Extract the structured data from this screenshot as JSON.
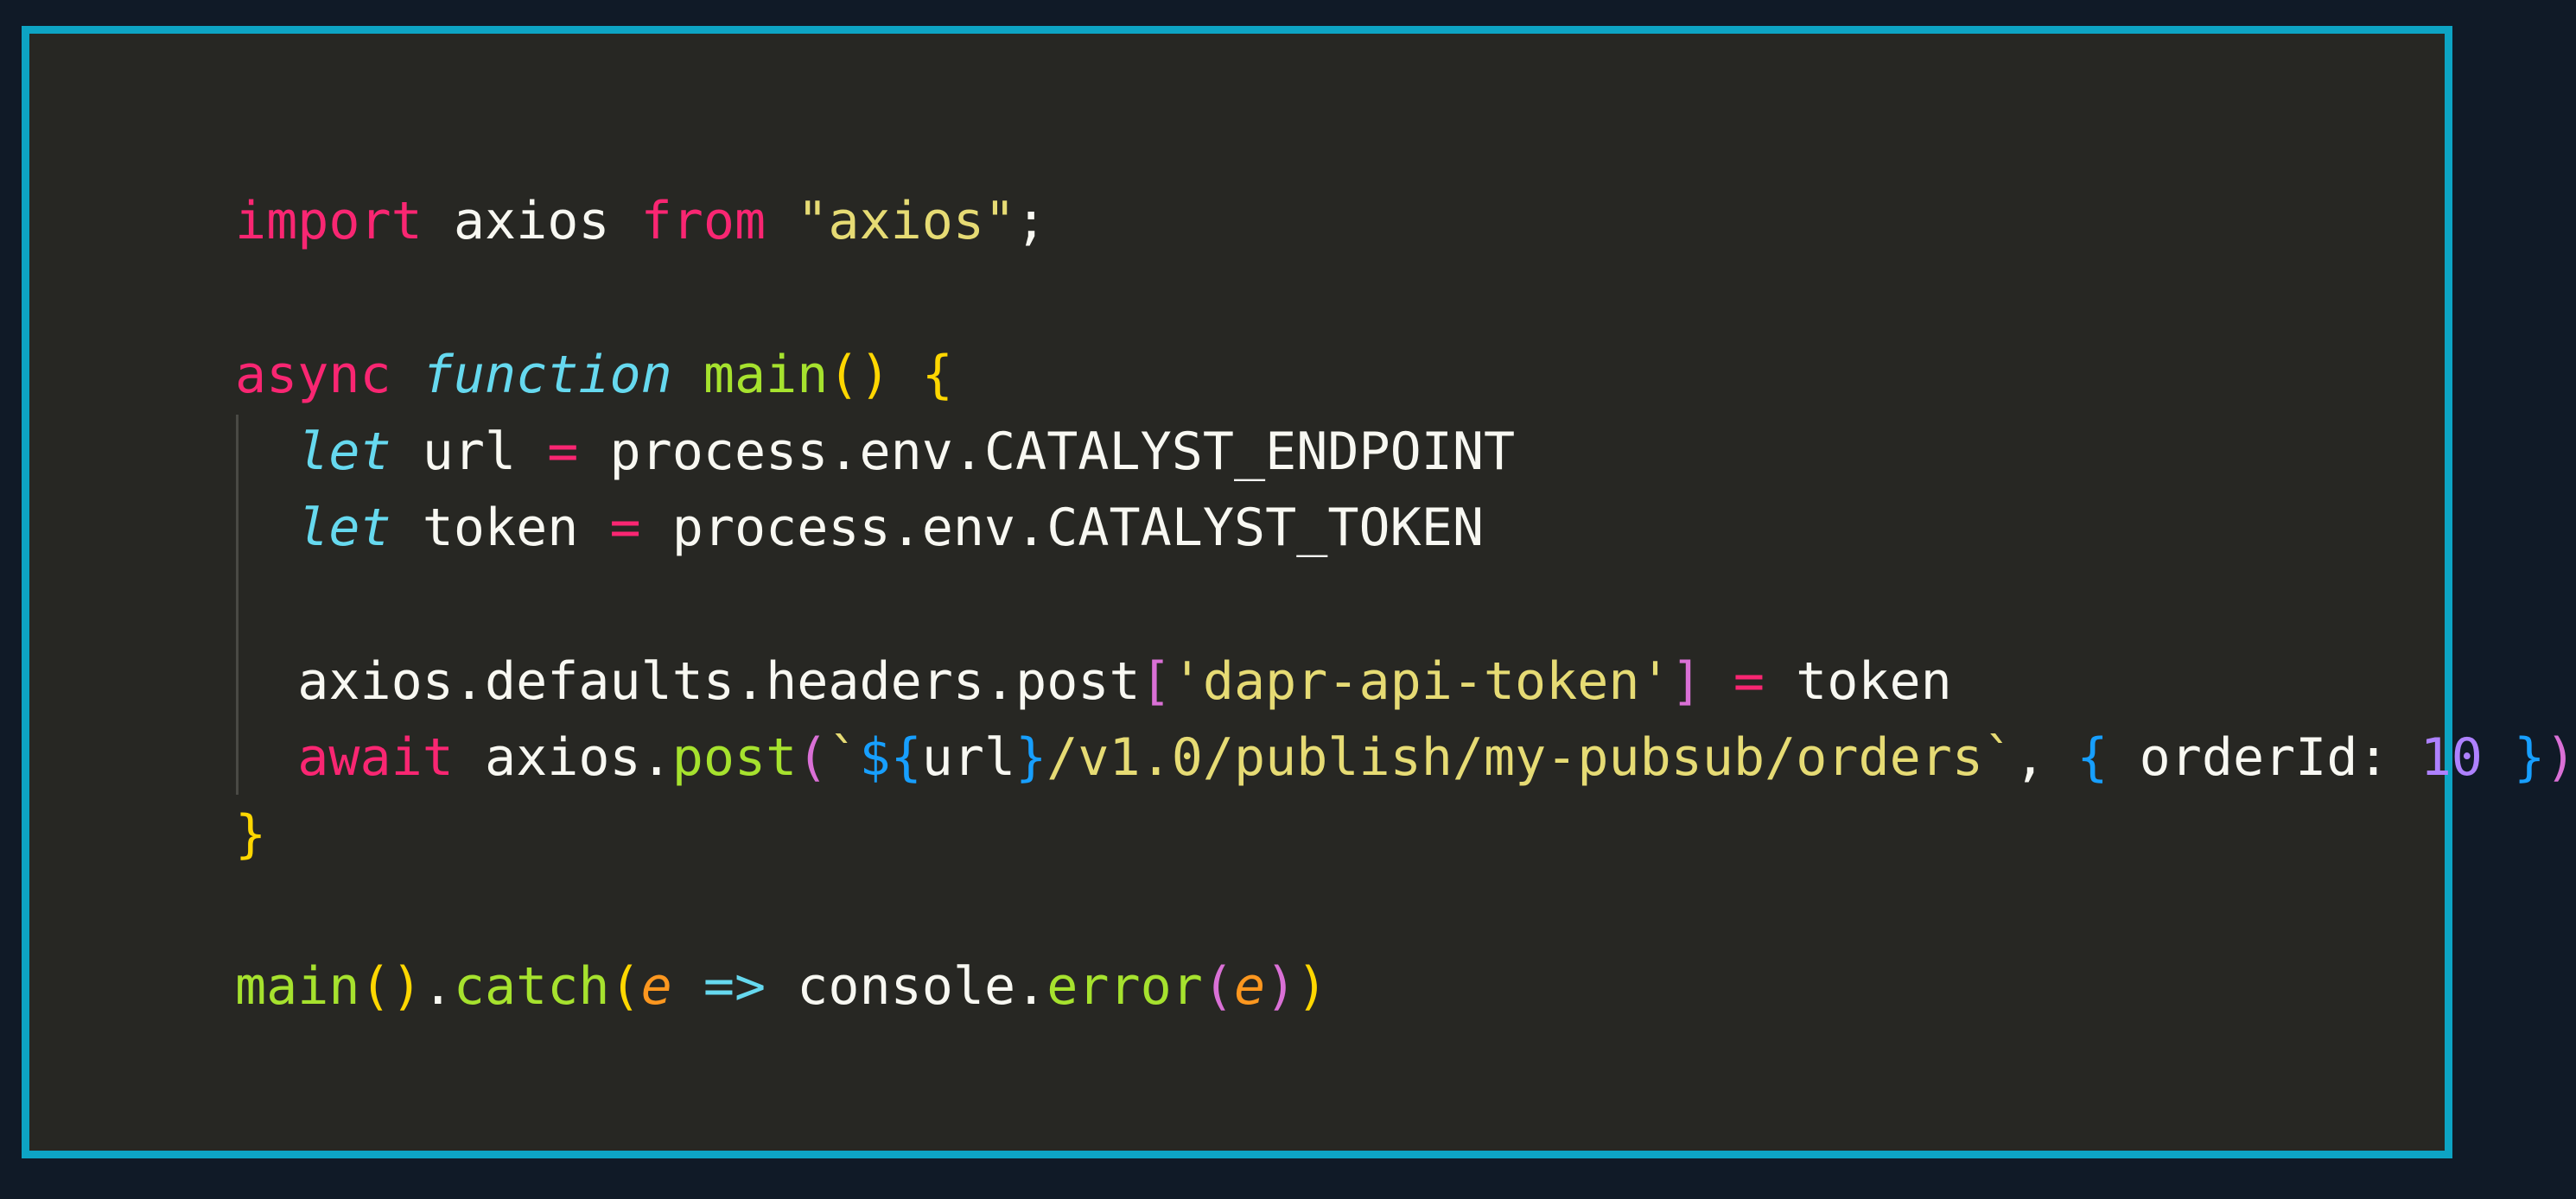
{
  "editor": {
    "colors": {
      "background": "#272723",
      "border": "#0da4c4",
      "outer": "#101a27"
    },
    "lines": [
      {
        "tokens": [
          {
            "text": "import",
            "kind": "keyword"
          },
          {
            "text": " axios ",
            "kind": "plain"
          },
          {
            "text": "from",
            "kind": "keyword"
          },
          {
            "text": " ",
            "kind": "plain"
          },
          {
            "text": "\"axios\"",
            "kind": "string"
          },
          {
            "text": ";",
            "kind": "plain"
          }
        ]
      },
      {
        "tokens": [
          {
            "text": "async",
            "kind": "keyword"
          },
          {
            "text": " ",
            "kind": "plain"
          },
          {
            "text": "function",
            "kind": "storage"
          },
          {
            "text": " ",
            "kind": "plain"
          },
          {
            "text": "main",
            "kind": "function"
          },
          {
            "text": "()",
            "kind": "brace1"
          },
          {
            "text": " ",
            "kind": "plain"
          },
          {
            "text": "{",
            "kind": "brace1"
          }
        ]
      },
      {
        "tokens": [
          {
            "text": "  ",
            "kind": "plain"
          },
          {
            "text": "let",
            "kind": "storage"
          },
          {
            "text": " url ",
            "kind": "plain"
          },
          {
            "text": "=",
            "kind": "keyword"
          },
          {
            "text": " process.env.CATALYST_ENDPOINT",
            "kind": "plain"
          }
        ]
      },
      {
        "tokens": [
          {
            "text": "  ",
            "kind": "plain"
          },
          {
            "text": "let",
            "kind": "storage"
          },
          {
            "text": " token ",
            "kind": "plain"
          },
          {
            "text": "=",
            "kind": "keyword"
          },
          {
            "text": " process.env.CATALYST_TOKEN",
            "kind": "plain"
          }
        ]
      },
      {
        "tokens": [
          {
            "text": "  axios.defaults.headers.post",
            "kind": "plain"
          },
          {
            "text": "[",
            "kind": "brace3"
          },
          {
            "text": "'dapr-api-token'",
            "kind": "string"
          },
          {
            "text": "]",
            "kind": "brace3"
          },
          {
            "text": " ",
            "kind": "plain"
          },
          {
            "text": "=",
            "kind": "keyword"
          },
          {
            "text": " token",
            "kind": "plain"
          }
        ]
      },
      {
        "tokens": [
          {
            "text": "  ",
            "kind": "plain"
          },
          {
            "text": "await",
            "kind": "keyword"
          },
          {
            "text": " axios.",
            "kind": "plain"
          },
          {
            "text": "post",
            "kind": "function"
          },
          {
            "text": "(",
            "kind": "brace3"
          },
          {
            "text": "`",
            "kind": "string"
          },
          {
            "text": "${",
            "kind": "brace2"
          },
          {
            "text": "url",
            "kind": "plain"
          },
          {
            "text": "}",
            "kind": "brace2"
          },
          {
            "text": "/v1.0/publish/my-pubsub/orders`",
            "kind": "string"
          },
          {
            "text": ", ",
            "kind": "plain"
          },
          {
            "text": "{",
            "kind": "brace2"
          },
          {
            "text": " orderId: ",
            "kind": "plain"
          },
          {
            "text": "10",
            "kind": "number"
          },
          {
            "text": " ",
            "kind": "plain"
          },
          {
            "text": "}",
            "kind": "brace2"
          },
          {
            "text": ")",
            "kind": "brace3"
          }
        ]
      },
      {
        "tokens": [
          {
            "text": "}",
            "kind": "brace1"
          }
        ]
      },
      {
        "tokens": [
          {
            "text": "main",
            "kind": "function"
          },
          {
            "text": "()",
            "kind": "brace1"
          },
          {
            "text": ".",
            "kind": "plain"
          },
          {
            "text": "catch",
            "kind": "function"
          },
          {
            "text": "(",
            "kind": "brace1"
          },
          {
            "text": "e",
            "kind": "param"
          },
          {
            "text": " ",
            "kind": "plain"
          },
          {
            "text": "=>",
            "kind": "arrow"
          },
          {
            "text": " console.",
            "kind": "plain"
          },
          {
            "text": "error",
            "kind": "function"
          },
          {
            "text": "(",
            "kind": "brace3"
          },
          {
            "text": "e",
            "kind": "param"
          },
          {
            "text": ")",
            "kind": "brace3"
          },
          {
            "text": ")",
            "kind": "brace1"
          }
        ]
      }
    ]
  }
}
